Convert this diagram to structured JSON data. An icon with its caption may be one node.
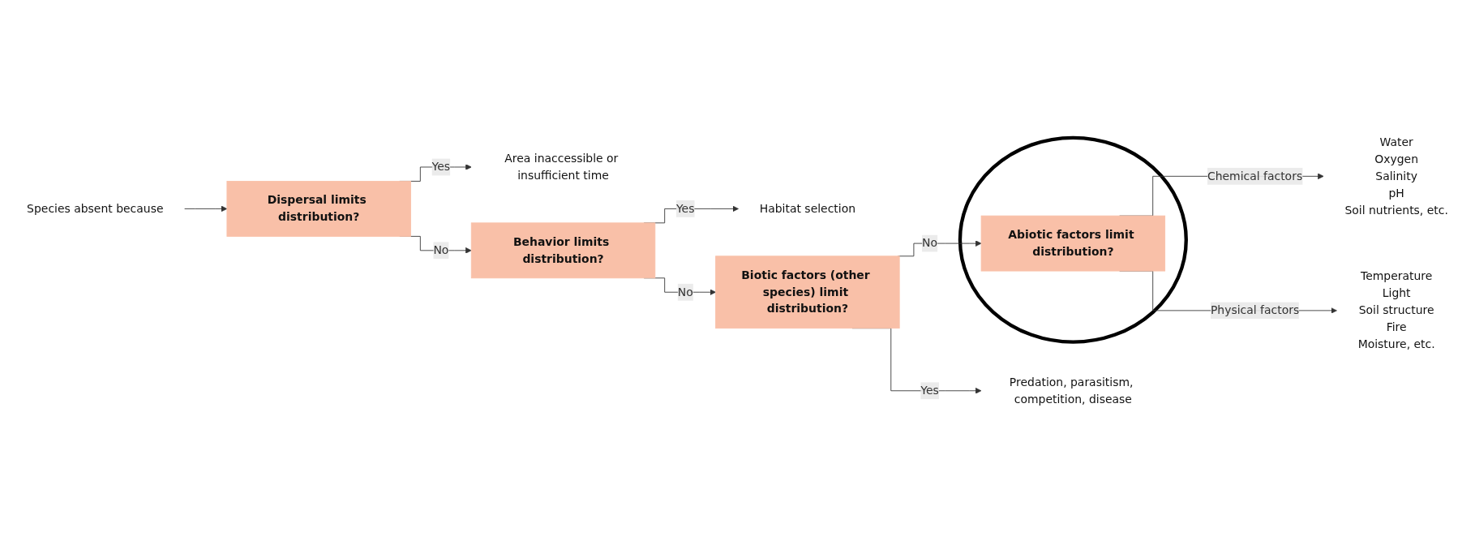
{
  "diagram": {
    "nodes": [
      {
        "text": [
          "Species absent because"
        ]
      },
      {
        "text": [
          "Dispersal limits distribution?"
        ]
      },
      {
        "text": [
          "Area inaccessible or insufficient time"
        ]
      },
      {
        "text": [
          "Behavior limits distribution?"
        ]
      },
      {
        "text": [
          "Habitat selection"
        ]
      },
      {
        "text": [
          "Biotic factors (other species) limit distribution?"
        ]
      },
      {
        "text": [
          "Predation, parasitism, competition, disease"
        ]
      },
      {
        "text": [],
        "shape": "circle"
      },
      {
        "text": [
          "Abiotic factors limit distribution?"
        ],
        "in": 7
      },
      {
        "text": [
          "Water",
          "Oxygen",
          "Salinity",
          "pH",
          "Soil nutrients, etc."
        ]
      },
      {
        "text": [
          "Temperature",
          "Light",
          "Soil structure",
          "Fire",
          "Moisture, etc."
        ]
      }
    ],
    "edges": [
      {
        "from": 0,
        "to": 1,
        "arrow": "to"
      },
      {
        "from": 1,
        "to": 2,
        "arrow": "to",
        "label": "Yes"
      },
      {
        "from": 1,
        "to": 3,
        "arrow": "to",
        "label": "No"
      },
      {
        "from": 3,
        "to": 4,
        "arrow": "to",
        "label": "Yes"
      },
      {
        "from": 3,
        "to": 5,
        "arrow": "to",
        "label": "No"
      },
      {
        "from": 5,
        "to": 6,
        "arrow": "to",
        "label": "Yes"
      },
      {
        "from": 5,
        "to": 8,
        "arrow": "to",
        "label": "No"
      },
      {
        "from": 8,
        "to": 9,
        "arrow": "to",
        "label": "Chemical factors"
      },
      {
        "from": 8,
        "to": 10,
        "arrow": "to",
        "label": "Physical factors"
      }
    ]
  }
}
